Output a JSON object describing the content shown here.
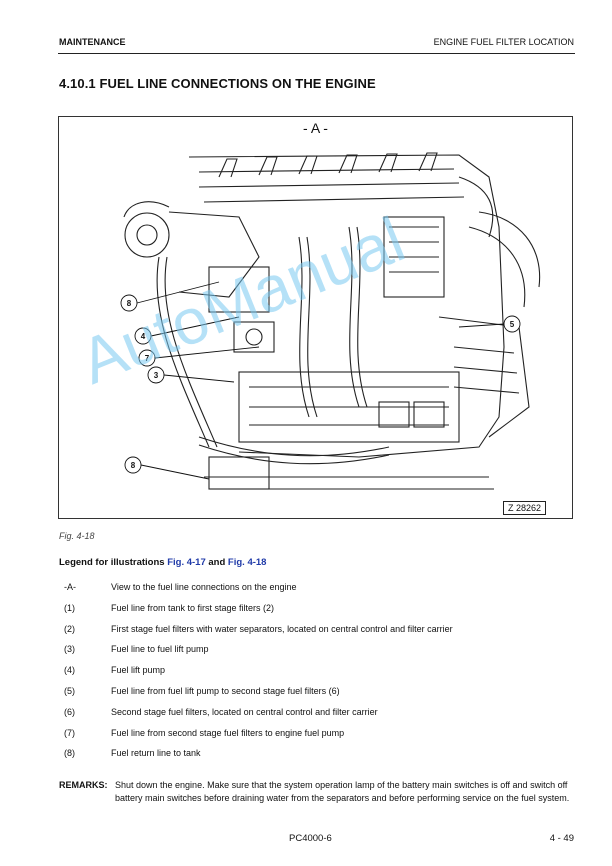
{
  "header": {
    "left": "MAINTENANCE",
    "right": "ENGINE FUEL FILTER LOCATION"
  },
  "title": "4.10.1  FUEL LINE CONNECTIONS ON THE ENGINE",
  "figure": {
    "view_label": "- A -",
    "code": "Z 28262",
    "callouts": [
      "8",
      "4",
      "7",
      "3",
      "5",
      "8"
    ],
    "caption": "Fig. 4-18"
  },
  "watermark": "AutoManual",
  "legend": {
    "title_prefix": "Legend for illustrations ",
    "link1": "Fig. 4-17",
    "and": " and ",
    "link2": "Fig. 4-18",
    "items": [
      {
        "key": "-A-",
        "text": "View to the fuel line connections on the engine"
      },
      {
        "key": "(1)",
        "text": "Fuel line from tank to first stage filters (2)"
      },
      {
        "key": "(2)",
        "text": "First stage fuel filters with water separators, located on central control and filter carrier"
      },
      {
        "key": "(3)",
        "text": "Fuel line to fuel lift pump"
      },
      {
        "key": "(4)",
        "text": "Fuel lift pump"
      },
      {
        "key": "(5)",
        "text": "Fuel line from fuel lift pump to second stage fuel filters (6)"
      },
      {
        "key": "(6)",
        "text": "Second stage fuel filters, located on central control and filter carrier"
      },
      {
        "key": "(7)",
        "text": "Fuel line from second stage fuel filters to engine fuel pump"
      },
      {
        "key": "(8)",
        "text": "Fuel return line to tank"
      }
    ]
  },
  "remarks": {
    "label": "REMARKS:",
    "text": "Shut down the engine. Make sure that the system operation lamp of the battery main switches is off and switch off battery main switches before draining water from the separators and before performing service on the fuel system."
  },
  "footer": {
    "center": "PC4000-6",
    "right": "4 - 49"
  }
}
